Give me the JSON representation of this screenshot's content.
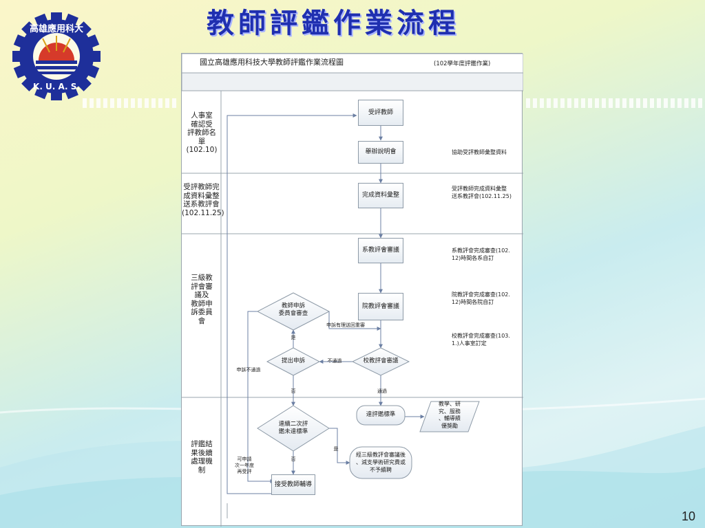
{
  "slide": {
    "title": "教師評鑑作業流程",
    "page_number": "10"
  },
  "logo": {
    "top_text": "高雄應用科大",
    "bottom_text": "K. U. A. S."
  },
  "chart_header": {
    "title": "國立高雄應用科技大學教師評鑑作業流程圖",
    "subtitle": "(102學年度評鑑作業)"
  },
  "phases": [
    {
      "label": "人事室\n確認受\n評教師名\n單\n(102.10)"
    },
    {
      "label": "受評教師完\n成資料彙整\n送系教評會\n(102.11.25)"
    },
    {
      "label": "三級教\n評會審\n議及\n教師申\n訴委員\n會"
    },
    {
      "label": "評鑑結\n果後續\n處理機\n制"
    }
  ],
  "nodes": {
    "teacher": "受評教師",
    "briefing": "舉辦說明會",
    "compile": "完成資料彙整",
    "dept_review": "系教評會審議",
    "college_review": "院教評會審議",
    "univ_review": "校教評會審議",
    "appeal_committee": "教師申訴\n委員會審查",
    "file_appeal": "提出申訴",
    "meet_standard": "達評鑑標準",
    "award": "教學、研\n究、服務\n、輔導績\n優獎勵",
    "two_fail": "連續二次評\n鑑未達標準",
    "penalty": "經三級教評會審議後\n、減支學術研究費或\n不予續聘",
    "counseling": "接受教師輔導"
  },
  "notes": {
    "assist": "協助受評教師彙整資料",
    "submit": "受評教師完成資料彙整\n送系教評會(102.11.25)",
    "dept_done": "系教評會完成審查(102.\n12)時間各系自訂",
    "college_done": "院教評會完成審查(102.\n12)時間各院自訂",
    "univ_done": "校教評會完成審查(103.\n1.)人事室訂定"
  },
  "edge_labels": {
    "appeal_upheld": "申訴有理送回重審",
    "yes1": "是",
    "not_pass": "不通過",
    "appeal_rejected": "申訴不通過",
    "no1": "否",
    "pass": "通過",
    "yes2": "是",
    "no2": "否",
    "reapply": "可申請\n次一年度\n再受評"
  }
}
